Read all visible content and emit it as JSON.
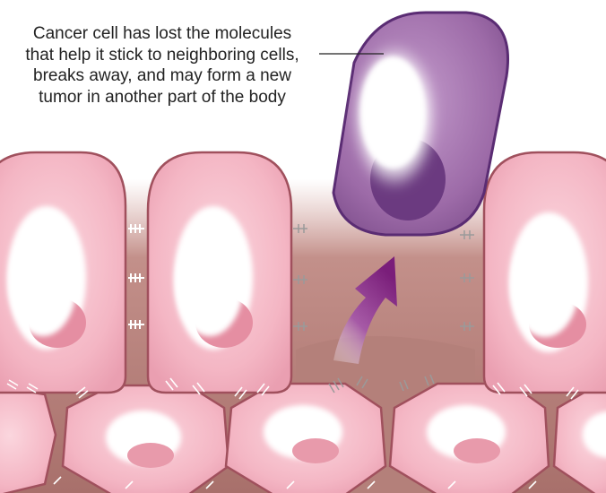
{
  "caption": {
    "lines": [
      "Cancer cell has lost the molecules",
      "that help it stick to neighboring cells,",
      "breaks away, and may form a new",
      "tumor in another part of the body"
    ]
  },
  "colors": {
    "cell_fill": "#f4b6c4",
    "cell_outline": "#a0505d",
    "tissue_background": "#b77b76",
    "cancer_cell_fill": "#9d6ba8",
    "cancer_cell_outline": "#5a2c73",
    "cancer_nucleus": "#6b3a80",
    "arrow": "#7a1e7a",
    "adhesion_molecule": "#8c8c8c"
  }
}
